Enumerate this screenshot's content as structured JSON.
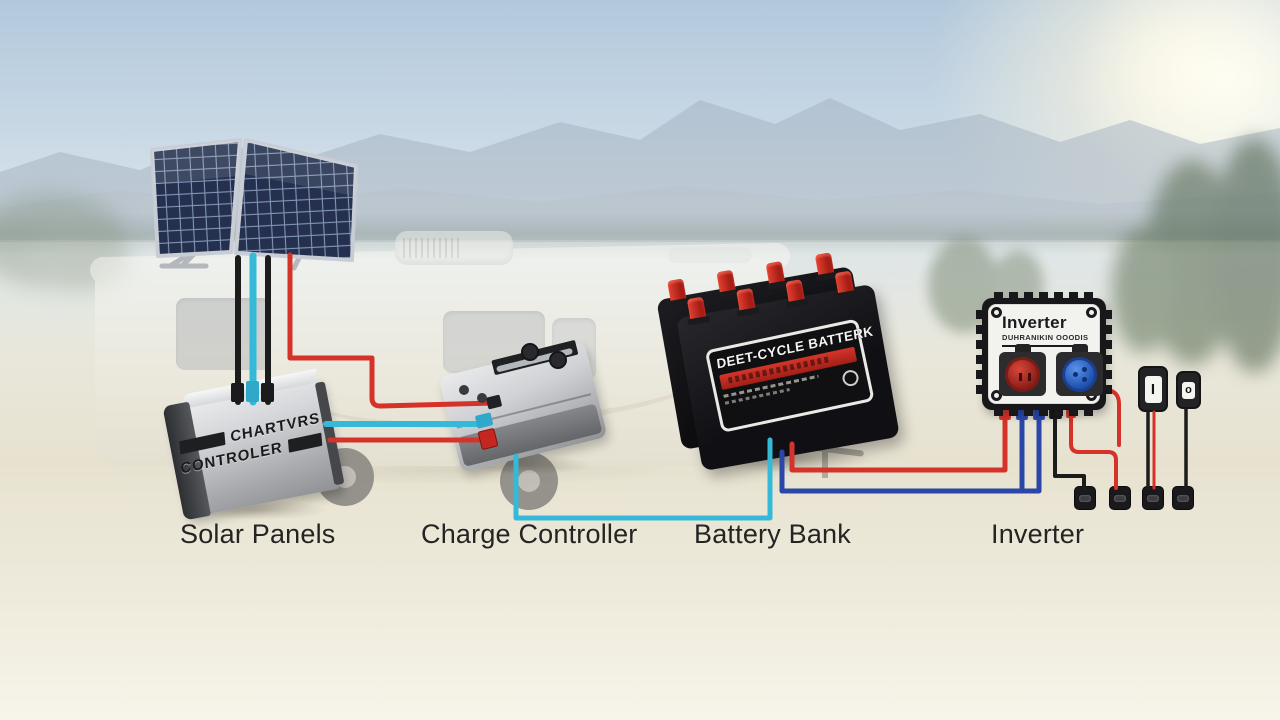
{
  "captions": {
    "solar_panels": "Solar Panels",
    "charge_controller": "Charge Controller",
    "battery_bank": "Battery Bank",
    "inverter": "Inverter"
  },
  "devices": {
    "charge_controller_box": {
      "line1": "CHARTVRS",
      "line2": "CONTROLER"
    },
    "battery_label": {
      "title": "DEET-CYCLE BATTERK"
    },
    "inverter_panel": {
      "title": "Inverter",
      "subtitle": "DUHRANIKIN OOODIS"
    },
    "switch_main": {
      "glyph": "I"
    },
    "switch_aux": {
      "glyph": "o"
    },
    "accessory_module_count": "4"
  },
  "wires": {
    "pv_to_controller": [
      "black",
      "cyan",
      "black",
      "red"
    ],
    "controller_to_controller": [
      "cyan",
      "red"
    ],
    "controller_to_battery": [
      "cyan"
    ],
    "battery_to_inverter": [
      "red",
      "blue",
      "blue"
    ],
    "inverter_to_accessories": [
      "black",
      "red"
    ],
    "switches_to_accessories": [
      "black",
      "red",
      "black"
    ]
  },
  "colors": {
    "wire_red": "#d53229",
    "wire_cyan": "#35b9d8",
    "wire_blue": "#2a47a8",
    "wire_black": "#1c1c1c",
    "terminal_red": "#d5352a",
    "socket_red": "#b93028",
    "socket_blue": "#2e6fd6"
  }
}
